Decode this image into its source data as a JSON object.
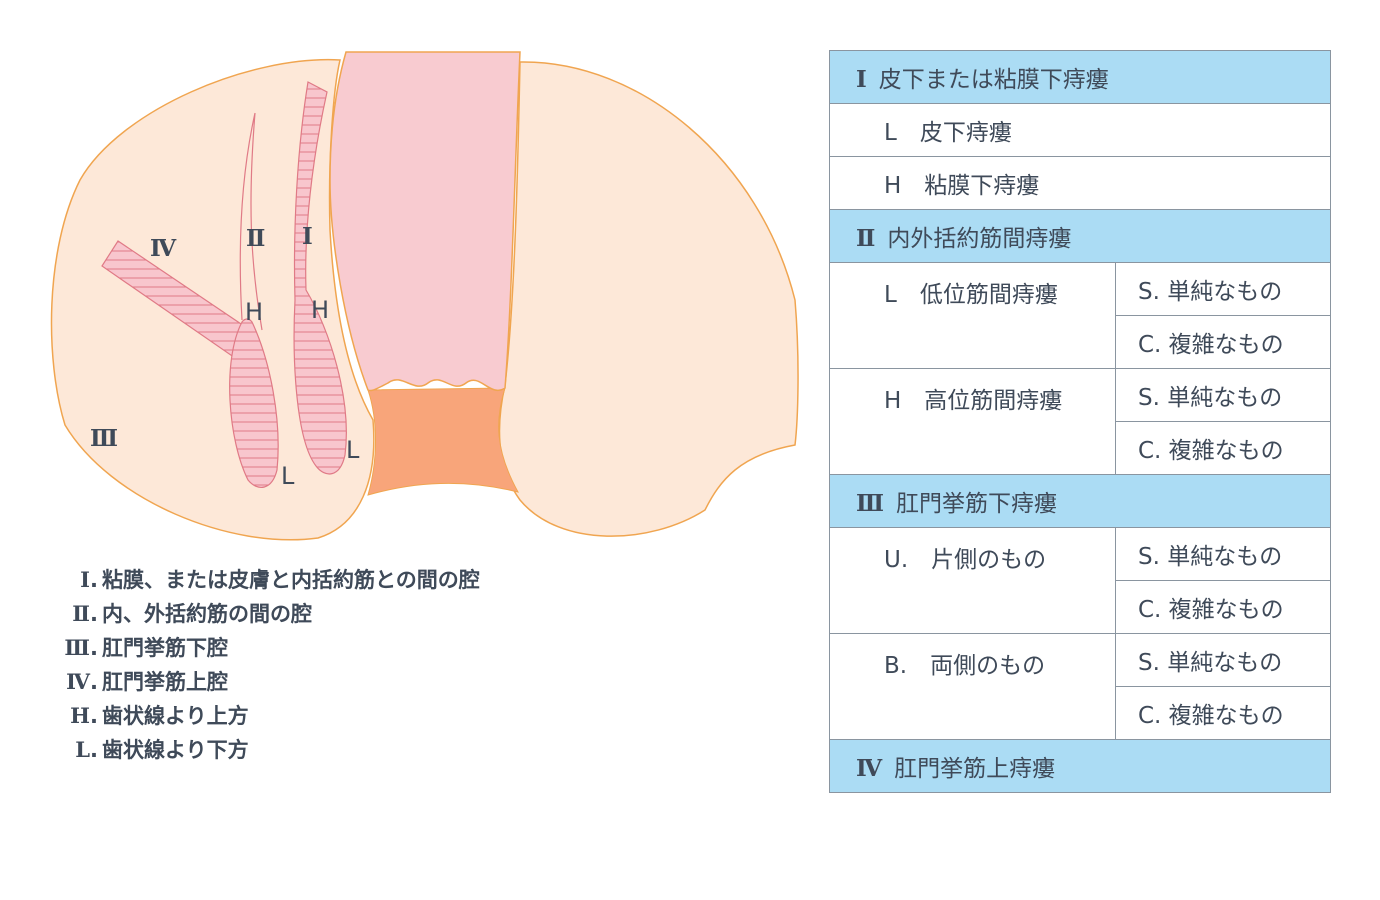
{
  "diagram": {
    "labels": {
      "region_iv": "Ⅳ",
      "region_ii": "Ⅱ",
      "region_i": "Ⅰ",
      "region_iii": "Ⅲ",
      "h_left": "H",
      "h_right": "H",
      "l_left": "L",
      "l_right": "L"
    }
  },
  "legend": [
    {
      "key": "Ⅰ",
      "text": "粘膜、または皮膚と内括約筋との間の腔"
    },
    {
      "key": "Ⅱ",
      "text": "内、外括約筋の間の腔"
    },
    {
      "key": "Ⅲ",
      "text": "肛門挙筋下腔"
    },
    {
      "key": "Ⅳ",
      "text": "肛門挙筋上腔"
    },
    {
      "key": "H",
      "text": "歯状線より上方"
    },
    {
      "key": "L",
      "text": "歯状線より下方"
    }
  ],
  "classification": {
    "group1": {
      "roman": "Ⅰ",
      "title": "皮下または粘膜下痔瘻",
      "rows": [
        "L　皮下痔瘻",
        "H　粘膜下痔瘻"
      ]
    },
    "group2": {
      "roman": "Ⅱ",
      "title": "内外括約筋間痔瘻",
      "types": [
        {
          "label": "L　低位筋間痔瘻",
          "subtypes": [
            "S. 単純なもの",
            "C. 複雑なもの"
          ]
        },
        {
          "label": "H　高位筋間痔瘻",
          "subtypes": [
            "S. 単純なもの",
            "C. 複雑なもの"
          ]
        }
      ]
    },
    "group3": {
      "roman": "Ⅲ",
      "title": "肛門挙筋下痔瘻",
      "types": [
        {
          "label": "U.　片側のもの",
          "subtypes": [
            "S. 単純なもの",
            "C. 複雑なもの"
          ]
        },
        {
          "label": "B.　両側のもの",
          "subtypes": [
            "S. 単純なもの",
            "C. 複雑なもの"
          ]
        }
      ]
    },
    "group4": {
      "roman": "Ⅳ",
      "title": "肛門挙筋上痔瘻"
    }
  },
  "colors": {
    "tissue": "#fde8d8",
    "outline": "#f0a550",
    "rectum": "#f8cbd0",
    "anal_canal": "#f8a57a",
    "fistula_stroke": "#e07a86",
    "table_header": "#abdcf4",
    "text": "#3f4a59"
  }
}
